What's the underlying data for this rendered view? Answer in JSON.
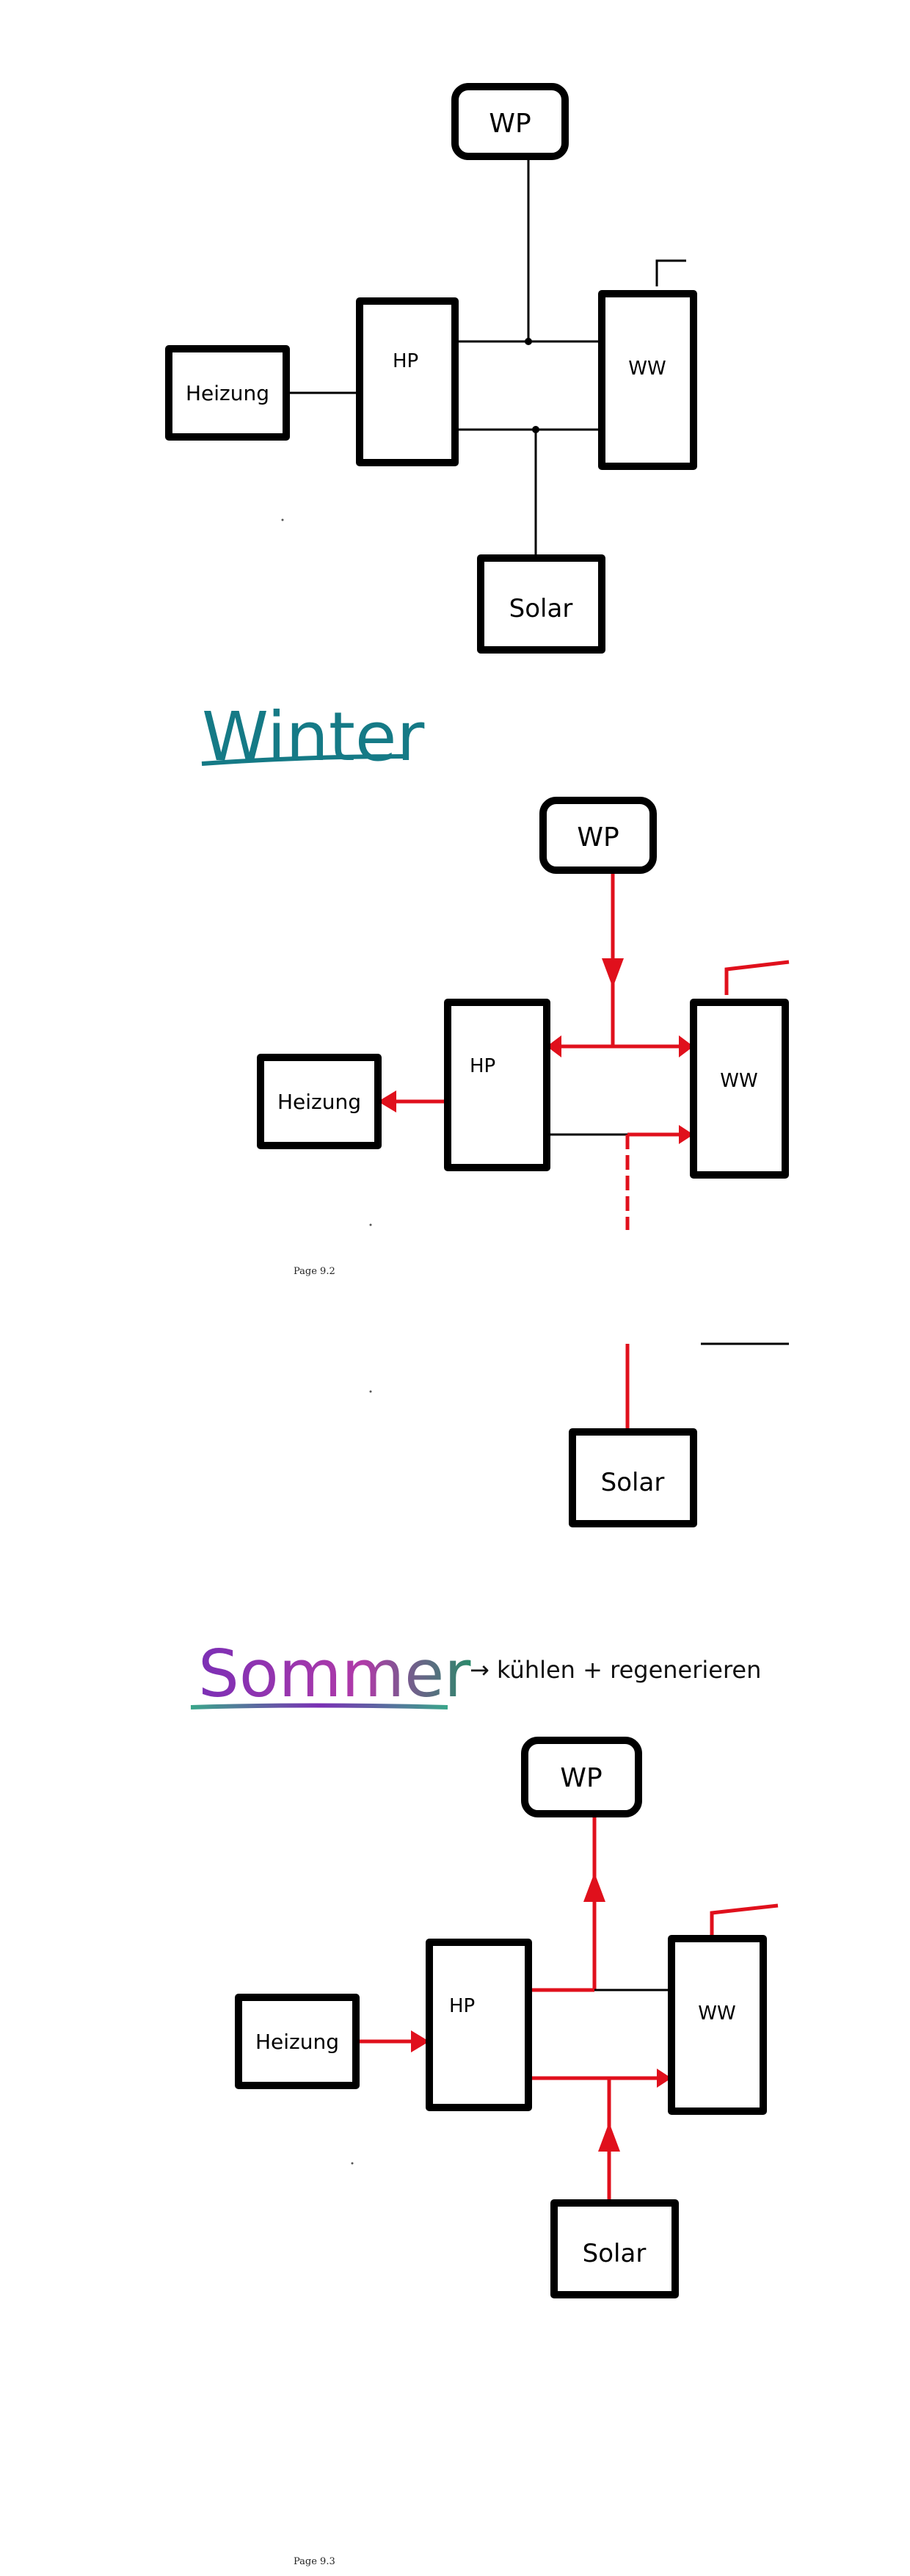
{
  "labels": {
    "wp": "WP",
    "hp": "HP",
    "ww": "WW",
    "heizung": "Heizung",
    "solar": "Solar"
  },
  "sections": {
    "winter_title": "Winter",
    "sommer_title": "Sommer",
    "sommer_note": "→ kühlen + regenerieren"
  },
  "footers": {
    "page_2": "Page 9.2",
    "page_3": "Page 9.3"
  },
  "colors": {
    "ink": "#000000",
    "flow": "#e0101c",
    "winter": "#157a86",
    "sommer_start": "#7b2fb5",
    "sommer_end": "#2a8a6a"
  }
}
